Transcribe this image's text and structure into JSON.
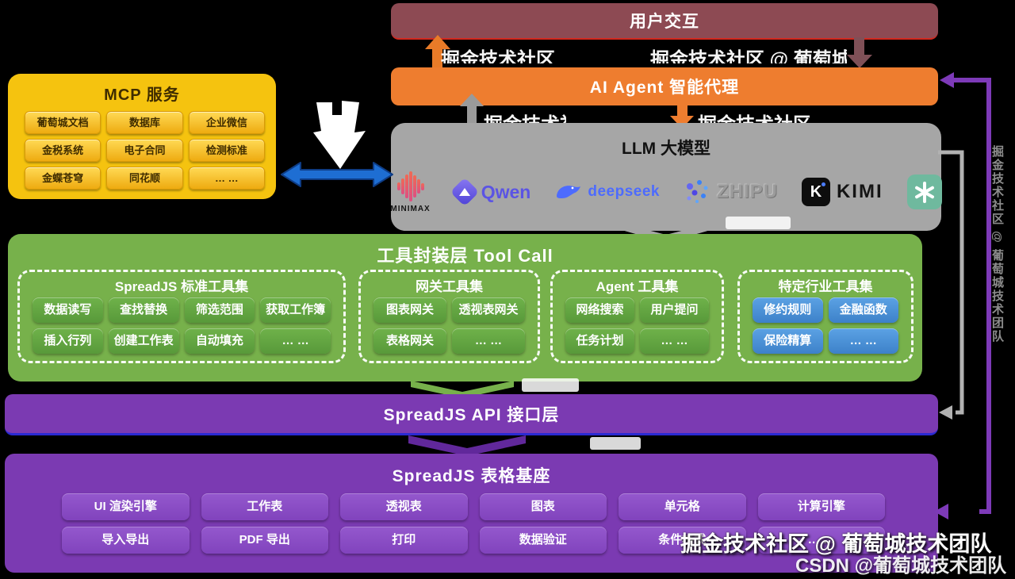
{
  "user_bar": {
    "label": "用户交互"
  },
  "agent_bar": {
    "label": "AI Agent 智能代理"
  },
  "llm": {
    "title": "LLM 大模型",
    "providers": [
      {
        "name": "MiniMax",
        "label": "MINIMAX"
      },
      {
        "name": "Qwen",
        "label": "Qwen"
      },
      {
        "name": "DeepSeek",
        "label": "deepseek"
      },
      {
        "name": "Zhipu",
        "label": "ZHIPU"
      },
      {
        "name": "Kimi",
        "label": "KIMI"
      },
      {
        "name": "OpenAI",
        "label": ""
      }
    ]
  },
  "mcp": {
    "title": "MCP 服务",
    "items": [
      "葡萄城文档",
      "数据库",
      "企业微信",
      "金税系统",
      "电子合同",
      "检测标准",
      "金蝶苍穹",
      "同花顺",
      "… …"
    ]
  },
  "tools": {
    "title": "工具封装层 Tool Call",
    "groups": [
      {
        "title": "SpreadJS 标准工具集",
        "items": [
          "数据读写",
          "查找替换",
          "筛选范围",
          "获取工作簿",
          "插入行列",
          "创建工作表",
          "自动填充",
          "… …"
        ]
      },
      {
        "title": "网关工具集",
        "items": [
          "图表网关",
          "透视表网关",
          "表格网关",
          "… …"
        ]
      },
      {
        "title": "Agent 工具集",
        "items": [
          "网络搜索",
          "用户提问",
          "任务计划",
          "… …"
        ]
      },
      {
        "title": "特定行业工具集",
        "items": [
          "修约规则",
          "金融函数",
          "保险精算",
          "… …"
        ]
      }
    ]
  },
  "api_bar": {
    "label": "SpreadJS API 接口层"
  },
  "base": {
    "title": "SpreadJS 表格基座",
    "items": [
      "UI 渲染引擎",
      "工作表",
      "透视表",
      "图表",
      "单元格",
      "计算引擎",
      "导入导出",
      "PDF 导出",
      "打印",
      "数据验证",
      "条件格式",
      "… …"
    ]
  },
  "watermarks": {
    "juejin": "掘金技术社区 @ 葡萄城技术团队",
    "csdn": "CSDN @葡萄城技术团队",
    "vertical": "掘金技术社区 @ 葡萄城技术团队",
    "fragment": "掘金技术社区 @ 葡萄城技术团队"
  },
  "colors": {
    "background": "#000000",
    "user_bar": "#8d4a53",
    "agent_bar": "#ee7d2f",
    "llm_box": "#a6a6a6",
    "mcp_box": "#f5c30f",
    "tools_box": "#77b14b",
    "industry_button": "#4c93da",
    "purple_layer": "#7b3ab2",
    "blue_arrow": "#1e6ed3"
  }
}
